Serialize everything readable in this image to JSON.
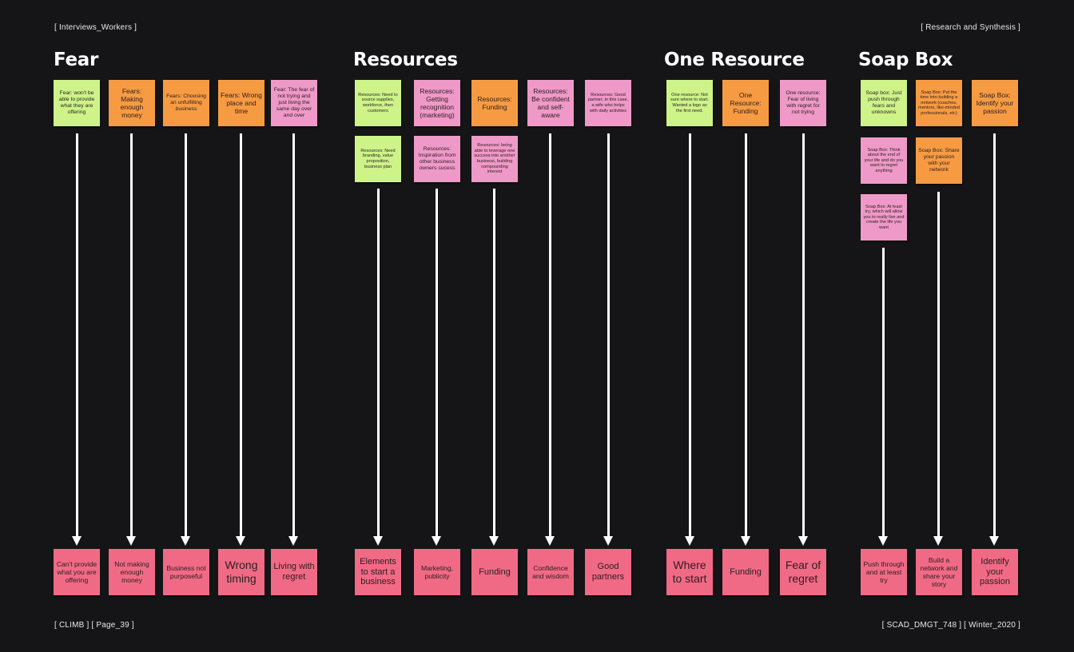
{
  "header": {
    "left": "[ Interviews_Workers ]",
    "right": "[ Research and Synthesis ]"
  },
  "footer": {
    "left": "[ CLIMB ] [ Page_39 ]",
    "right": "[ SCAD_DMGT_748 ] [ Winter_2020 ]"
  },
  "sections": {
    "fear": "Fear",
    "resources": "Resources",
    "one_resource": "One Resource",
    "soap_box": "Soap Box"
  },
  "notes": {
    "fear_1": "Fear: won't be able to provide what they are offering",
    "fear_2": "Fears: Making enough money",
    "fear_3": "Fears: Choosing an unfulfilling business",
    "fear_4": "Fears: Wrong place and time",
    "fear_5": "Fear: The fear of not trying and just living the same day over and over",
    "res_1": "Resources: Need to source supplies, workforce, then customers",
    "res_1b": "Resources: Need branding, value proposition, business plan",
    "res_2": "Resources: Getting recognition (marketing)",
    "res_2b": "Resources: Inspiration from other business owners sucess",
    "res_3": "Resources: Funding",
    "res_3b": "Resources: being able to leverage one success into another business, building compounding interest",
    "res_4": "Resources: Be confident and self-aware",
    "res_5": "Resources: Good partner; in this case, a wife who helps with daily activities",
    "one_1": "One resource: Not sure where to start. Wanted a logo as the first need.",
    "one_2": "One Resource: Funding",
    "one_3": "One resource: Fear of living with regret for not trying",
    "soap_1": "Soap box: Just push through fears and unknowns",
    "soap_1b": "Soap Box: Think about the end of your life and do you want to regret anything",
    "soap_1c": "Soap Box: At least try, which will allow you to really live and create the life you want",
    "soap_2": "Soap Box: Put the time into building a network (coaches, mentors, like-minded professionals, etc)",
    "soap_2b": "Soap Box: Share your passion with your network",
    "soap_3": "Soap Box: Identify your passion"
  },
  "insights": {
    "fear_1": "Can't provide what you are offering",
    "fear_2": "Not making enough money",
    "fear_3": "Business not purposeful",
    "fear_4": "Wrong timing",
    "fear_5": "Living with regret",
    "res_1": "Elements to start a business",
    "res_2": "Marketing, publicity",
    "res_3": "Funding",
    "res_4": "Confidence and wisdom",
    "res_5": "Good partners",
    "one_1": "Where to start",
    "one_2": "Funding",
    "one_3": "Fear of regret",
    "soap_1": "Push through and at least try",
    "soap_2": "Build a network and share your story",
    "soap_3": "Identify your passion"
  },
  "colors": {
    "background": "#151517",
    "note_green": "#cdf389",
    "note_orange": "#f79b42",
    "note_pink": "#ef99c8",
    "note_red": "#f06a86",
    "arrow": "#ffffff"
  }
}
